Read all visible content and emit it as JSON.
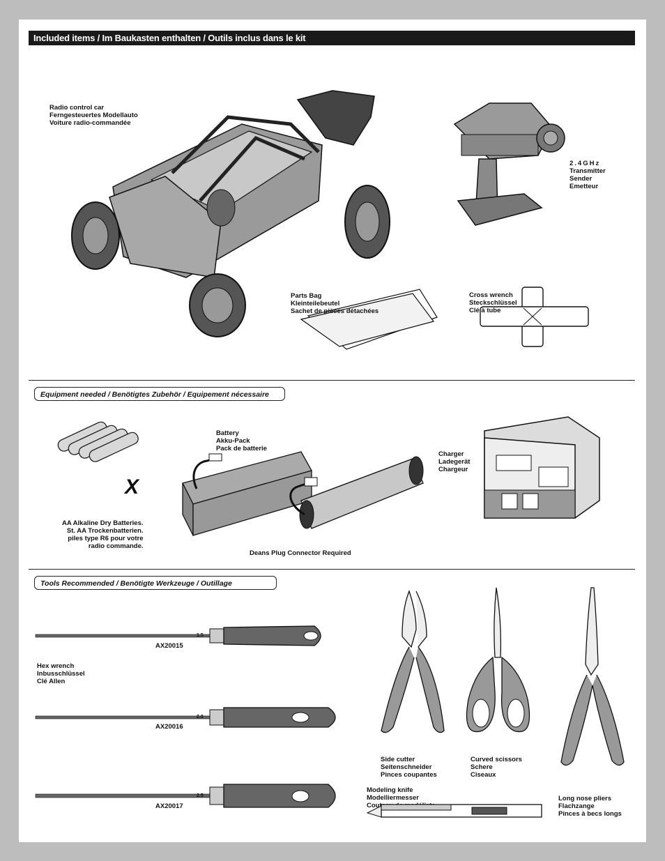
{
  "header": {
    "title": "Included items / Im Baukasten enthalten / Outils inclus dans le kit"
  },
  "included": {
    "car": [
      "Radio control car",
      "Ferngesteuertes Modellauto",
      "Voiture radio-commandée"
    ],
    "transmitter": [
      "2.4GHz",
      "Transmitter",
      "Sender",
      "Emetteur"
    ],
    "parts_bag": [
      "Parts Bag",
      "Kleinteilebeutel",
      "Sachet de pièces détachées"
    ],
    "cross_wrench": [
      "Cross  wrench",
      "Steckschlüssel",
      "Clé  à  tube"
    ]
  },
  "equipment": {
    "tag": "Equipment needed / Benötigtes Zubehör / Equipement nécessaire",
    "batteries_aa": [
      "AA Alkaline Dry Batteries.",
      "St. AA Trockenbatterien.",
      "piles type R6 pour votre",
      "radio commande."
    ],
    "batteries_mark": "X",
    "battery": [
      "Battery",
      "Akku-Pack",
      "Pack de batterie"
    ],
    "deans_note": "Deans Plug Connector Required",
    "charger": [
      "Charger",
      "Ladegerät",
      "Chargeur"
    ]
  },
  "tools": {
    "tag": "Tools Recommended / Benötigte Werkzeuge / Outillage",
    "hex_wrench": [
      "Hex  wrench",
      "Inbusschlüssel",
      "Clé  Allen"
    ],
    "drivers": [
      {
        "size": "1.5",
        "code": "AX20015"
      },
      {
        "size": "2.0",
        "code": "AX20016"
      },
      {
        "size": "2.5",
        "code": "AX20017"
      }
    ],
    "side_cutter": [
      "Side  cutter",
      "Seitenschneider",
      "Pinces  coupantes"
    ],
    "scissors": [
      "Curved  scissors",
      "Schere",
      "Ciseaux"
    ],
    "pliers": [
      "Long  nose  pliers",
      "Flachzange",
      "Pinces  à  becs  longs"
    ],
    "knife": [
      "Modeling  knife",
      "Modelliermesser",
      "Couteau  de  modéliste"
    ]
  }
}
